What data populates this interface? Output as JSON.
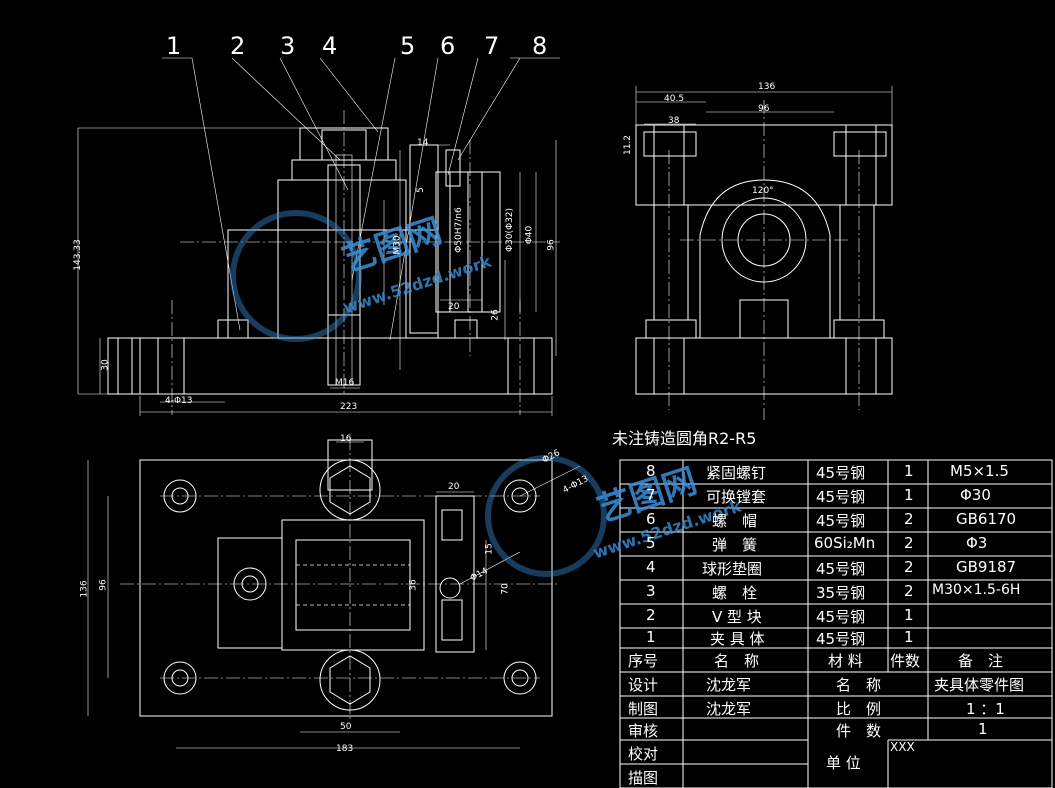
{
  "part_labels": [
    "1",
    "2",
    "3",
    "4",
    "5",
    "6",
    "7",
    "8"
  ],
  "front_dims": {
    "height_total": "143.33",
    "base_height": "30",
    "holes": "4-Φ13",
    "width_total": "223",
    "d14": "14",
    "d5": "5",
    "phi50": "Φ50H7/n6",
    "phi30": "Φ30(Φ32)",
    "phi40": "Φ40",
    "d96": "96",
    "d20": "20",
    "d26": "26",
    "m16": "M16",
    "m30": "M30"
  },
  "side_dims": {
    "width_total": "136",
    "d40_5": "40.5",
    "d96": "96",
    "d38": "38",
    "d11_2": "11.2",
    "angle": "120°"
  },
  "top_dims": {
    "d16": "16",
    "d20": "20",
    "phi26": "Φ26",
    "holes": "4-Φ13",
    "d15": "15",
    "phi14": "Φ14",
    "d70": "70",
    "d136": "136",
    "d96": "96",
    "d50": "50",
    "d183": "183",
    "d36": "36"
  },
  "note": "未注铸造圆角R2-R5",
  "watermark": {
    "brand": "艺图网",
    "url": "www.52dzd.work"
  },
  "bom": [
    {
      "no": "8",
      "name": "紧固螺钉",
      "material": "45号钢",
      "qty": "1",
      "remark": "M5×1.5"
    },
    {
      "no": "7",
      "name": "可换镗套",
      "material": "45号钢",
      "qty": "1",
      "remark": "Φ30"
    },
    {
      "no": "6",
      "name": "螺　帽",
      "material": "45号钢",
      "qty": "2",
      "remark": "GB6170"
    },
    {
      "no": "5",
      "name": "弹　簧",
      "material": "60Si₂Mn",
      "qty": "2",
      "remark": "Φ3"
    },
    {
      "no": "4",
      "name": "球形垫圈",
      "material": "45号钢",
      "qty": "2",
      "remark": "GB9187"
    },
    {
      "no": "3",
      "name": "螺　栓",
      "material": "35号钢",
      "qty": "2",
      "remark": "M30×1.5-6H"
    },
    {
      "no": "2",
      "name": "V 型 块",
      "material": "45号钢",
      "qty": "1",
      "remark": ""
    },
    {
      "no": "1",
      "name": "夹 具 体",
      "material": "45号钢",
      "qty": "1",
      "remark": ""
    }
  ],
  "bom_header": {
    "no": "序号",
    "name": "名　称",
    "material": "材 料",
    "qty": "件数",
    "remark": "备　注"
  },
  "title_block": {
    "design_label": "设计",
    "design_name": "沈龙军",
    "draw_label": "制图",
    "draw_name": "沈龙军",
    "review_label": "审核",
    "check_label": "校对",
    "trace_label": "描图",
    "name_label": "名　称",
    "name_value": "夹具体零件图",
    "scale_label": "比　例",
    "scale_value": "1 ：1",
    "count_label": "件　数",
    "count_value": "1",
    "unit_label": "单 位",
    "unit_value": "XXX"
  }
}
